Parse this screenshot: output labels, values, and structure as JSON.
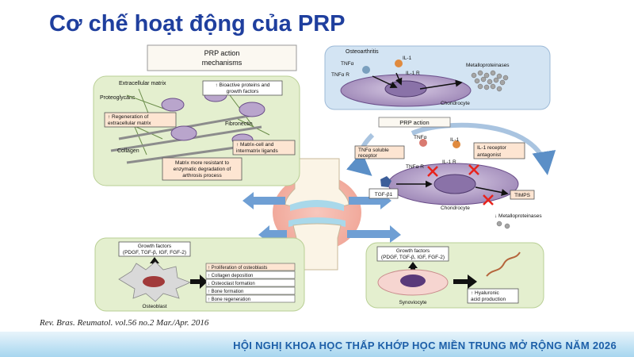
{
  "slide": {
    "title": "Cơ chế hoạt động của PRP",
    "citation": "Rev. Bras. Reumatol. vol.56 no.2 Mar./Apr. 2016",
    "footer": "HỘI NGHỊ KHOA HỌC THẤP KHỚP HỌC MIỀN TRUNG MỞ RỘNG NĂM 2026"
  },
  "diagram": {
    "center_title_line1": "PRP action",
    "center_title_line2": "mechanisms",
    "ecm": {
      "title": "Extracellular matrix",
      "proteoglycans": "Proteoglycans",
      "bioactive_line1": "↑ Bioactive proteins and",
      "bioactive_line2": "growth factors",
      "regen_line1": "↑ Regeneration of",
      "regen_line2": "extracellular matrix",
      "fibronectin": "Fibronectin",
      "collagen": "Collagen",
      "ligands_line1": "↑ Matrix-cell and",
      "ligands_line2": "intermatrix ligands",
      "resistant_line1": "Matrix more resistant to",
      "resistant_line2": "enzymatic degradation of",
      "resistant_line3": "arthrosis process"
    },
    "oa": {
      "title": "Osteoarthritis",
      "il1": "IL-1",
      "tnfa": "TNFα",
      "tnfa_r": "TNFα R",
      "il1_r": "IL-1 R",
      "metallo": "Metalloproteinases",
      "chondrocyte": "Chondrocyte"
    },
    "prp_action": {
      "title": "PRP action",
      "tnfa": "TNFα",
      "il1": "IL-1",
      "soluble_line1": "TNFα soluble",
      "soluble_line2": "receptor",
      "antagonist_line1": "IL-1 receptor",
      "antagonist_line2": "antagonist",
      "tnfa_r": "TNFα R",
      "il1_r": "IL-1 R",
      "tgf": "TGF-β1",
      "timps": "TIMPS",
      "chondrocyte": "Chondrocyte",
      "metallo_down": "↓ Metalloproteinases"
    },
    "osteoblast": {
      "gf_line1": "Growth factors",
      "gf_line2": "(PDGF, TGF-β, IGF, FGF-2)",
      "effects": [
        "↑ Proliferation of osteoblasts",
        "↑ Collagen deposition",
        "↓ Osteoclast formation",
        "↑ Bone formation",
        "↑ Bone regeneration"
      ],
      "label": "Osteoblast"
    },
    "synoviocyte": {
      "gf_line1": "Growth factors",
      "gf_line2": "(PDGF, TGF-β, IGF, FGF-2)",
      "label": "Synoviocyte",
      "hyaluronic_line1": "↑ Hyaluronic",
      "hyaluronic_line2": "acid production"
    }
  },
  "colors": {
    "title": "#1f3f9e",
    "panel_green": "#e4efcf",
    "panel_blue": "#d3e4f3",
    "cell_purple": "#b9a5cc",
    "footer_text": "#1d5fa8"
  }
}
